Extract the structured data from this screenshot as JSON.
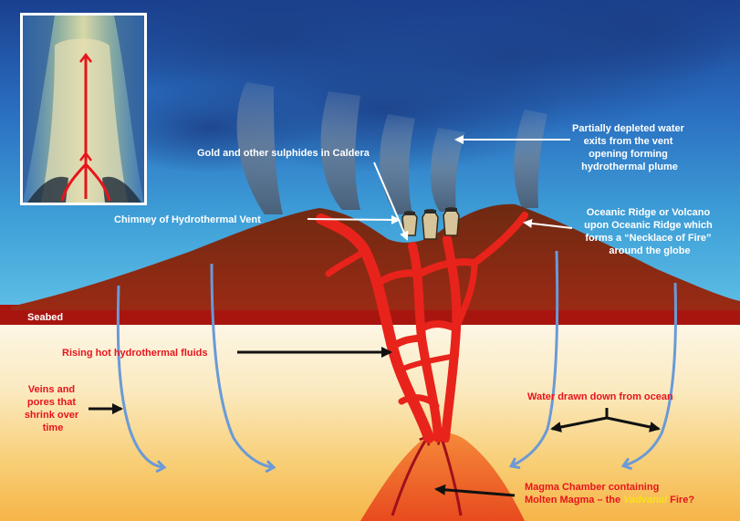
{
  "labels": {
    "plume": [
      "Partially depleted water",
      "exits from the vent",
      "opening forming",
      "hydrothermal plume"
    ],
    "gold": "Gold and other sulphides in Caldera",
    "chimney": "Chimney of Hydrothermal Vent",
    "ridge": [
      "Oceanic Ridge or Volcano",
      "upon Oceanic Ridge which",
      "forms a “Necklace of Fire”",
      "around the globe"
    ],
    "seabed": "Seabed",
    "rising": "Rising hot hydrothermal fluids",
    "veins": [
      "Veins and",
      "pores that",
      "shrink over",
      "time"
    ],
    "water_drawn": "Water drawn down from ocean",
    "magma_line1": "Magma Chamber containing",
    "magma_prefix": "Molten Magma – the ",
    "magma_emph": "Vadvanal",
    "magma_suffix": " Fire?"
  },
  "colors": {
    "label_white": "#ffffff",
    "label_red": "#e8141c",
    "label_yellow": "#f7e21a",
    "seabed": "#a8150f",
    "ridge": "#8c2414",
    "fluid": "#e8231b",
    "water_arrow": "#6a9ad8"
  }
}
